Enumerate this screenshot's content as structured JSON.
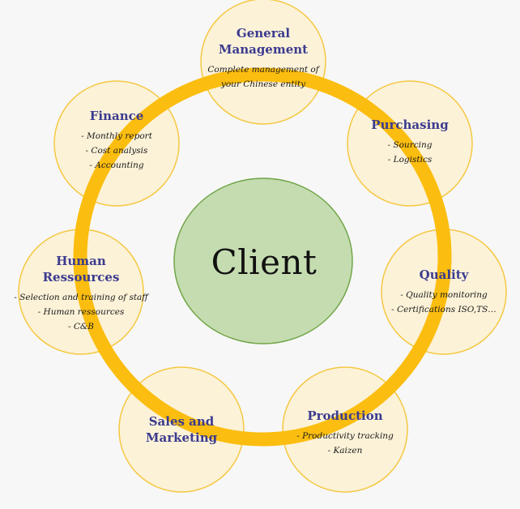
{
  "center": {
    "label": "Client"
  },
  "nodes": [
    {
      "id": "general-management",
      "title": "General\nManagement",
      "items": [
        "Complete management of",
        "your Chinese entity"
      ],
      "bullets": false
    },
    {
      "id": "purchasing",
      "title": "Purchasing",
      "items": [
        "Sourcing",
        "Logistics"
      ],
      "bullets": true
    },
    {
      "id": "quality",
      "title": "Quality",
      "items": [
        "Quality monitoring",
        "Certifications ISO,TS…"
      ],
      "bullets": true
    },
    {
      "id": "production",
      "title": "Production",
      "items": [
        "Productivity tracking",
        "Kaizen"
      ],
      "bullets": true
    },
    {
      "id": "sales-marketing",
      "title": "Sales and\nMarketing",
      "items": [],
      "bullets": true
    },
    {
      "id": "human-ressources",
      "title": "Human\nRessources",
      "items": [
        "Selection and training of staff",
        "Human ressources",
        "C&B"
      ],
      "bullets": true
    },
    {
      "id": "finance",
      "title": "Finance",
      "items": [
        "Monthly report",
        "Cost analysis",
        "Accounting"
      ],
      "bullets": true
    }
  ],
  "colors": {
    "ring": "#fbbd0f",
    "node_fill": "#fcf2d8",
    "node_border": "#f5c842",
    "center_fill": "#c5dcb0",
    "center_border": "#72a64a",
    "title_text": "#3b3b8f"
  }
}
